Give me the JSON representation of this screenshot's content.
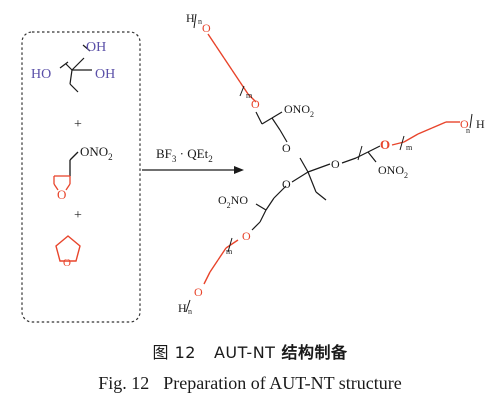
{
  "reagents": {
    "triol": {
      "oh_top": "OH",
      "oh_left": "HO",
      "oh_right": "OH"
    },
    "plus_1": "+",
    "oxetane": {
      "ono2": "ONO",
      "ono2_sub": "2"
    },
    "plus_2": "+"
  },
  "arrow": {
    "label_main": "BF",
    "label_sub": "3",
    "label_rest": " · QEt",
    "label_sub2": "2"
  },
  "product": {
    "o_atom": "O",
    "h_atom": "H",
    "subscript_n": "n",
    "subscript_m": "m",
    "ono2_a": "ONO",
    "ono2_a_sub": "2",
    "ono2_b": "ONO",
    "ono2_b_sub": "2",
    "o2no_pre": "O",
    "o2no_sub": "2",
    "o2no_post": "NO"
  },
  "caption": {
    "cn_number": "图 12",
    "cn_code": "AUT-NT",
    "cn_title": "结构制备",
    "en_number": "Fig. 12",
    "en_title": "Preparation of AUT-NT structure"
  },
  "colors": {
    "bond_black": "#1a1a1a",
    "hydroxyl_purple": "#5a4fa8",
    "polymer_red": "#e8452c",
    "box_dash": "#333333"
  }
}
